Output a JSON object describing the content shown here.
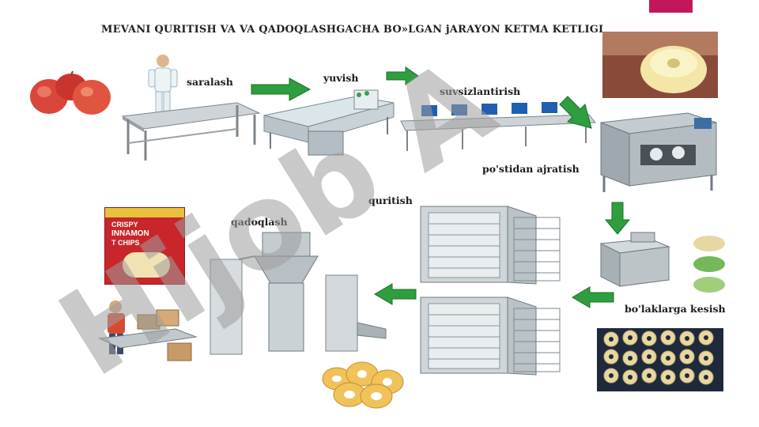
{
  "title": "MEVANI QURITISH VA VA QADOQLASHGACHA BO»LGAN jARAYON KETMA KETLIGI",
  "steps": {
    "saralash": "saralash",
    "yuvish": "yuvish",
    "suvsizlantirish": "suvsizlantirish",
    "postidan_ajratish": "po'stidan ajratish",
    "boʻlaklarga_kesish": "bo'laklarga kesish",
    "quritish": "quritish",
    "qadoqlash": "qadoqlash"
  },
  "package_text": {
    "line1": "CRISPY",
    "line2": "INNAMON",
    "line3": "T CHIPS"
  },
  "watermark": "Hijob A",
  "colors": {
    "accent": "#c2185b",
    "arrow": "#2e9e3e",
    "watermark_purple": "#c9b8ef",
    "watermark_gray": "#b5b5b5"
  }
}
